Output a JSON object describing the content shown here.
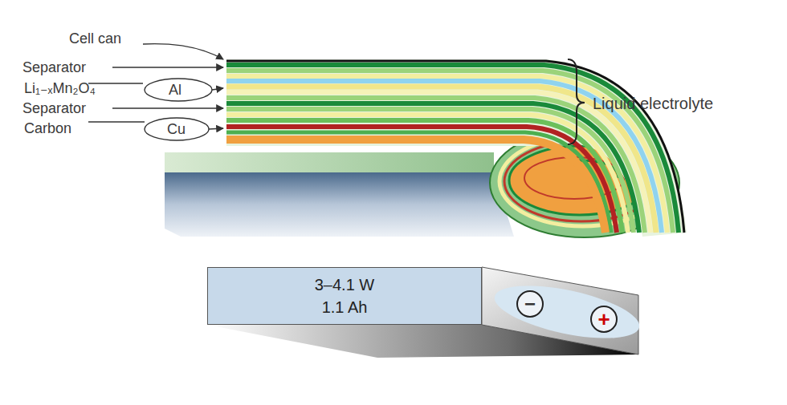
{
  "diagram": {
    "nodes": [
      {
        "text": [
          "3–4.1 W",
          "1.1 Ah"
        ]
      },
      {
        "text": [
          "−"
        ]
      },
      {
        "text": [
          "+"
        ]
      }
    ],
    "labels": [
      "Cell can",
      "Separator",
      "Li₁₋ₓMn₂O₄",
      "Al",
      "Separator",
      "Carbon",
      "Cu",
      "Liquid electrolyte"
    ]
  }
}
